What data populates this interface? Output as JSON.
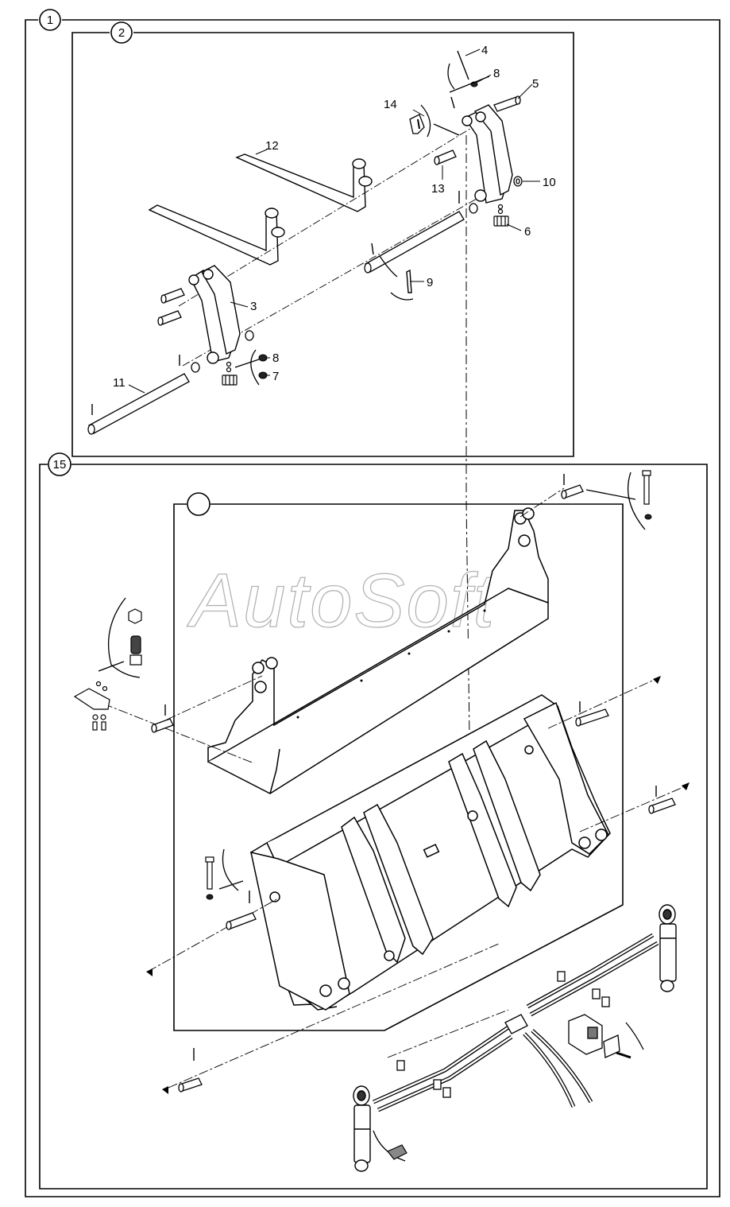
{
  "watermark": "AutoSoft",
  "groups": {
    "g1": "1",
    "g2": "2",
    "g15": "15"
  },
  "callouts": {
    "c3": "3",
    "c4": "4",
    "c5": "5",
    "c6": "6",
    "c7": "7",
    "c8a": "8",
    "c8b": "8",
    "c9": "9",
    "c10": "10",
    "c11": "11",
    "c12": "12",
    "c13": "13",
    "c14": "14"
  }
}
